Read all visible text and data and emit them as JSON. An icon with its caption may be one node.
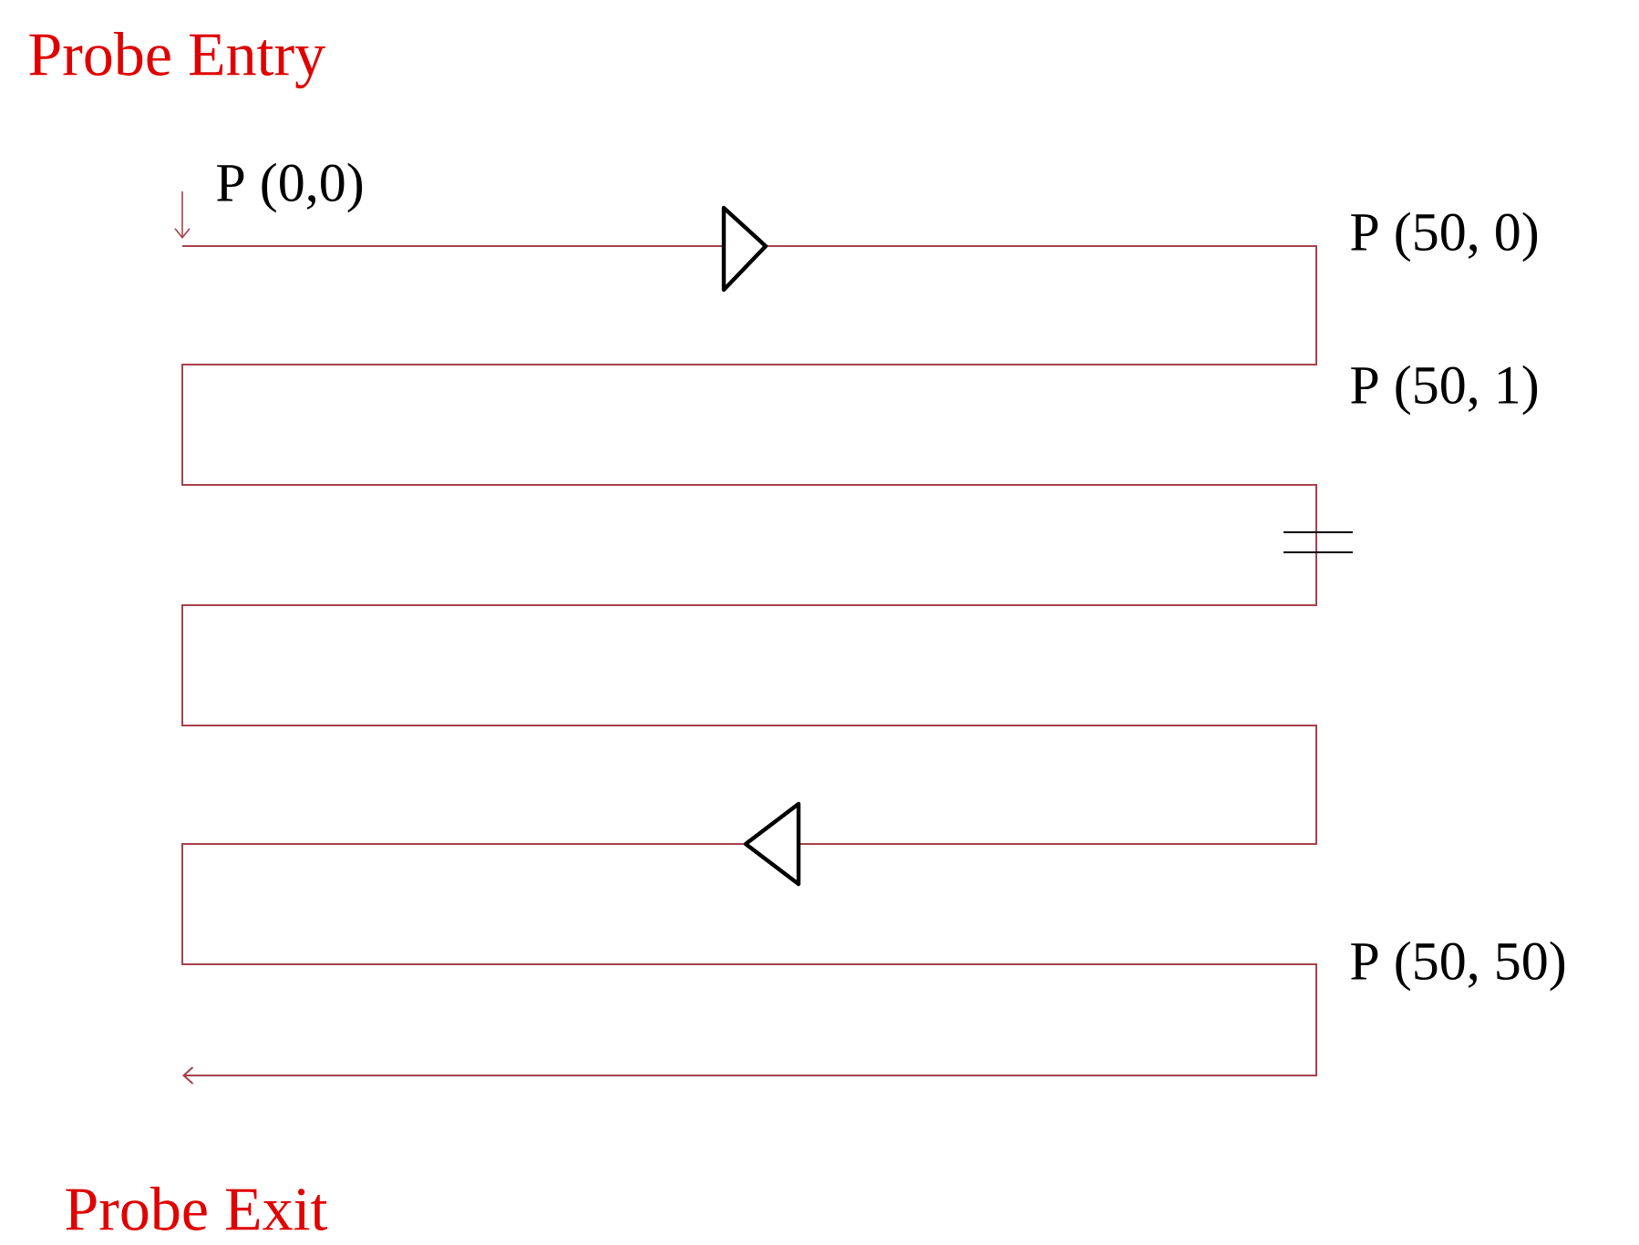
{
  "diagram": {
    "labels": [
      "Probe Entry",
      "P (0,0)",
      "P (50, 0)",
      "P (50, 1)",
      "P (50, 50)",
      "Probe Exit"
    ]
  }
}
